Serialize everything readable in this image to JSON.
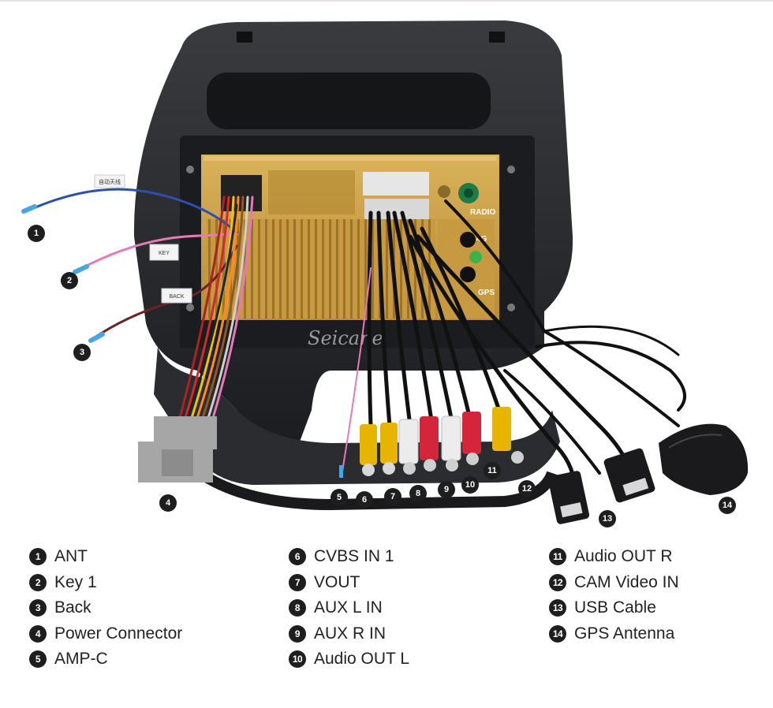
{
  "watermark": "Seicane",
  "panel_labels": {
    "radio": "RADIO",
    "fourg": "4G",
    "gps": "GPS"
  },
  "wire_tags": {
    "ant": "自动天线",
    "key": "KEY",
    "back": "BACK"
  },
  "callouts": [
    {
      "num": "1",
      "label": "ANT"
    },
    {
      "num": "2",
      "label": "Key 1"
    },
    {
      "num": "3",
      "label": "Back"
    },
    {
      "num": "4",
      "label": "Power Connector"
    },
    {
      "num": "5",
      "label": "AMP-C"
    },
    {
      "num": "6",
      "label": "CVBS IN 1"
    },
    {
      "num": "7",
      "label": "VOUT"
    },
    {
      "num": "8",
      "label": "AUX L IN"
    },
    {
      "num": "9",
      "label": "AUX R IN"
    },
    {
      "num": "10",
      "label": "Audio OUT L"
    },
    {
      "num": "11",
      "label": "Audio OUT R"
    },
    {
      "num": "12",
      "label": "CAM Video IN"
    },
    {
      "num": "13",
      "label": "USB Cable"
    },
    {
      "num": "14",
      "label": "GPS Antenna"
    }
  ],
  "colors": {
    "housing": "#2a2b2e",
    "chassis": "#c9a04a",
    "badge": "#1e1e1e",
    "rca_yellow": "#e7b400",
    "rca_white": "#ececec",
    "rca_red": "#d3263a",
    "connector_gray": "#a6a6a6"
  }
}
